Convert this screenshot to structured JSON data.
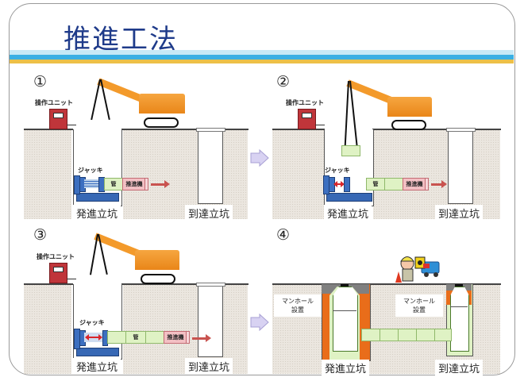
{
  "slide": {
    "title": "推進工法",
    "colors": {
      "title": "#1f3b8a",
      "band_light": "#c7e9f6",
      "band_blue": "#3aafe3",
      "band_gold": "#edc048",
      "ground": "#ebe6df",
      "crane": "#f39a2b",
      "control_unit": "#c0353a",
      "jack": "#3768b5",
      "pipe": "#dff2c4",
      "boring_head": "#f3c0c4",
      "manhole_fill": "#e96d1a",
      "next_arrow": "#d8d2f2"
    }
  },
  "panels": [
    {
      "step": "①",
      "control_unit_label": "操作ユニット",
      "jack_label": "ジャッキ",
      "pipe_label": "管",
      "head_label": "推進機",
      "launch_shaft_label": "発進立坑",
      "arrival_shaft_label": "到達立坑"
    },
    {
      "step": "②",
      "control_unit_label": "操作ユニット",
      "jack_label": "ジャッキ",
      "pipe_label": "管",
      "head_label": "推進機",
      "launch_shaft_label": "発進立坑",
      "arrival_shaft_label": "到達立坑"
    },
    {
      "step": "③",
      "control_unit_label": "操作ユニット",
      "jack_label": "ジャッキ",
      "pipe_label": "管",
      "head_label": "推進機",
      "launch_shaft_label": "発進立坑",
      "arrival_shaft_label": "到達立坑"
    },
    {
      "step": "④",
      "manhole_label_left": "マンホール\n設置",
      "manhole_label_right": "マンホール\n設置",
      "launch_shaft_label": "発進立坑",
      "arrival_shaft_label": "到達立坑"
    }
  ]
}
